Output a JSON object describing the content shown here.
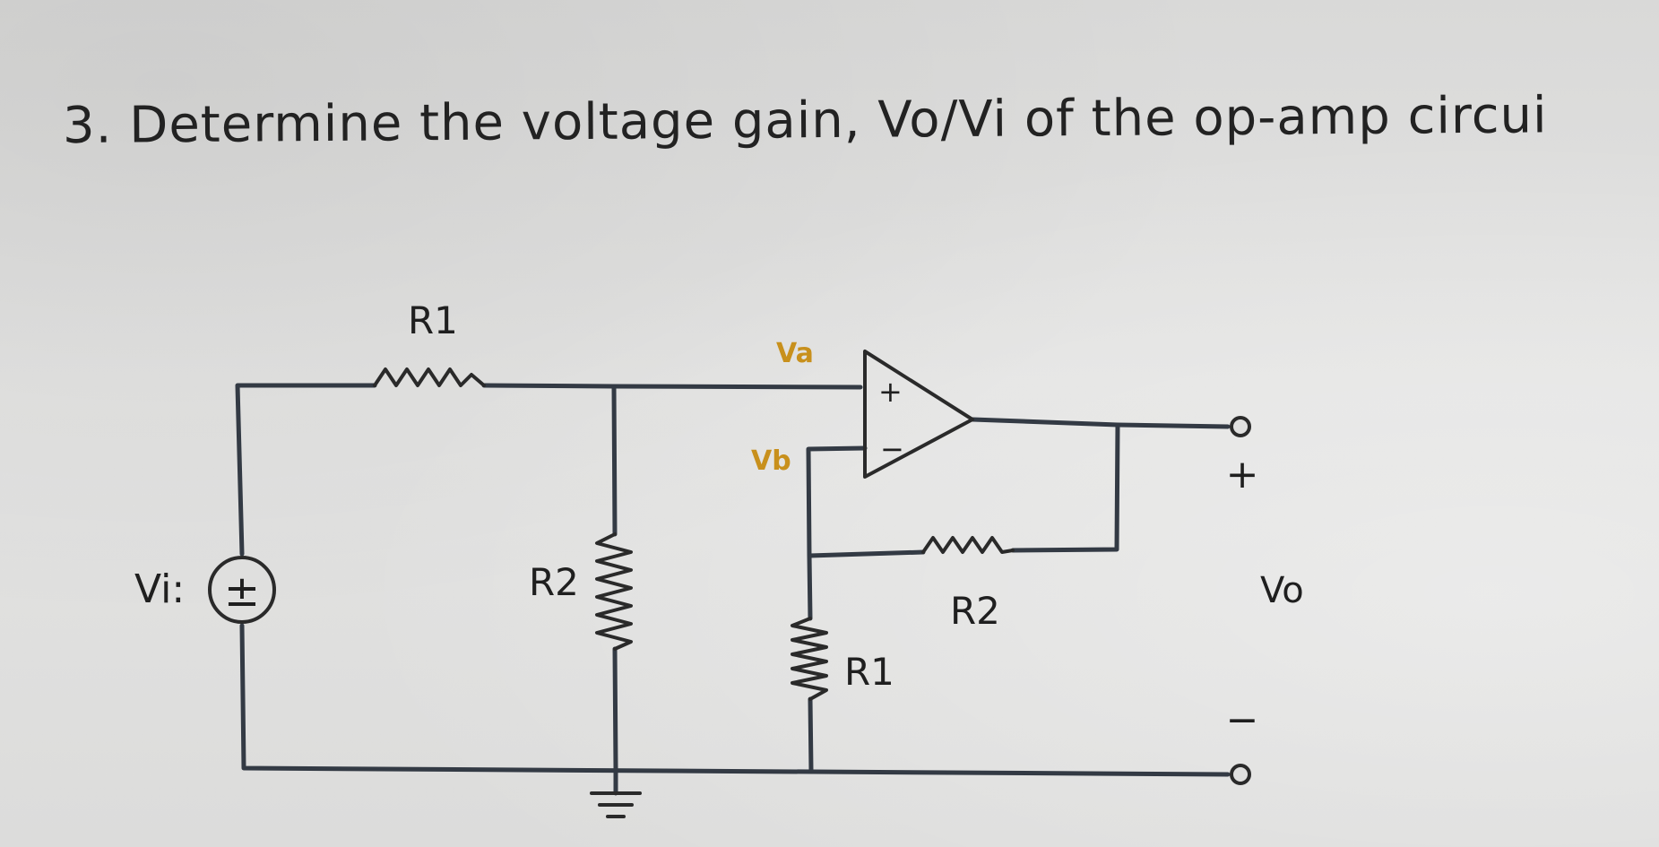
{
  "question": {
    "text": "3. Determine the voltage gain, Vo/Vi of the op-amp circui"
  },
  "circuit": {
    "labels": {
      "r1_top": "R1",
      "r2_shunt": "R2",
      "r2_feedback": "R2",
      "r1_ground": "R1",
      "vi": "Vi:",
      "source_symbol": "±",
      "va": "Va",
      "vb": "Vb",
      "opamp_plus": "+",
      "opamp_minus": "−",
      "out_plus": "+",
      "out_minus": "−",
      "vo": "Vo"
    },
    "colors": {
      "wire": "#333a44",
      "ink": "#1f1f1f",
      "node_label": "#c8901c"
    }
  }
}
